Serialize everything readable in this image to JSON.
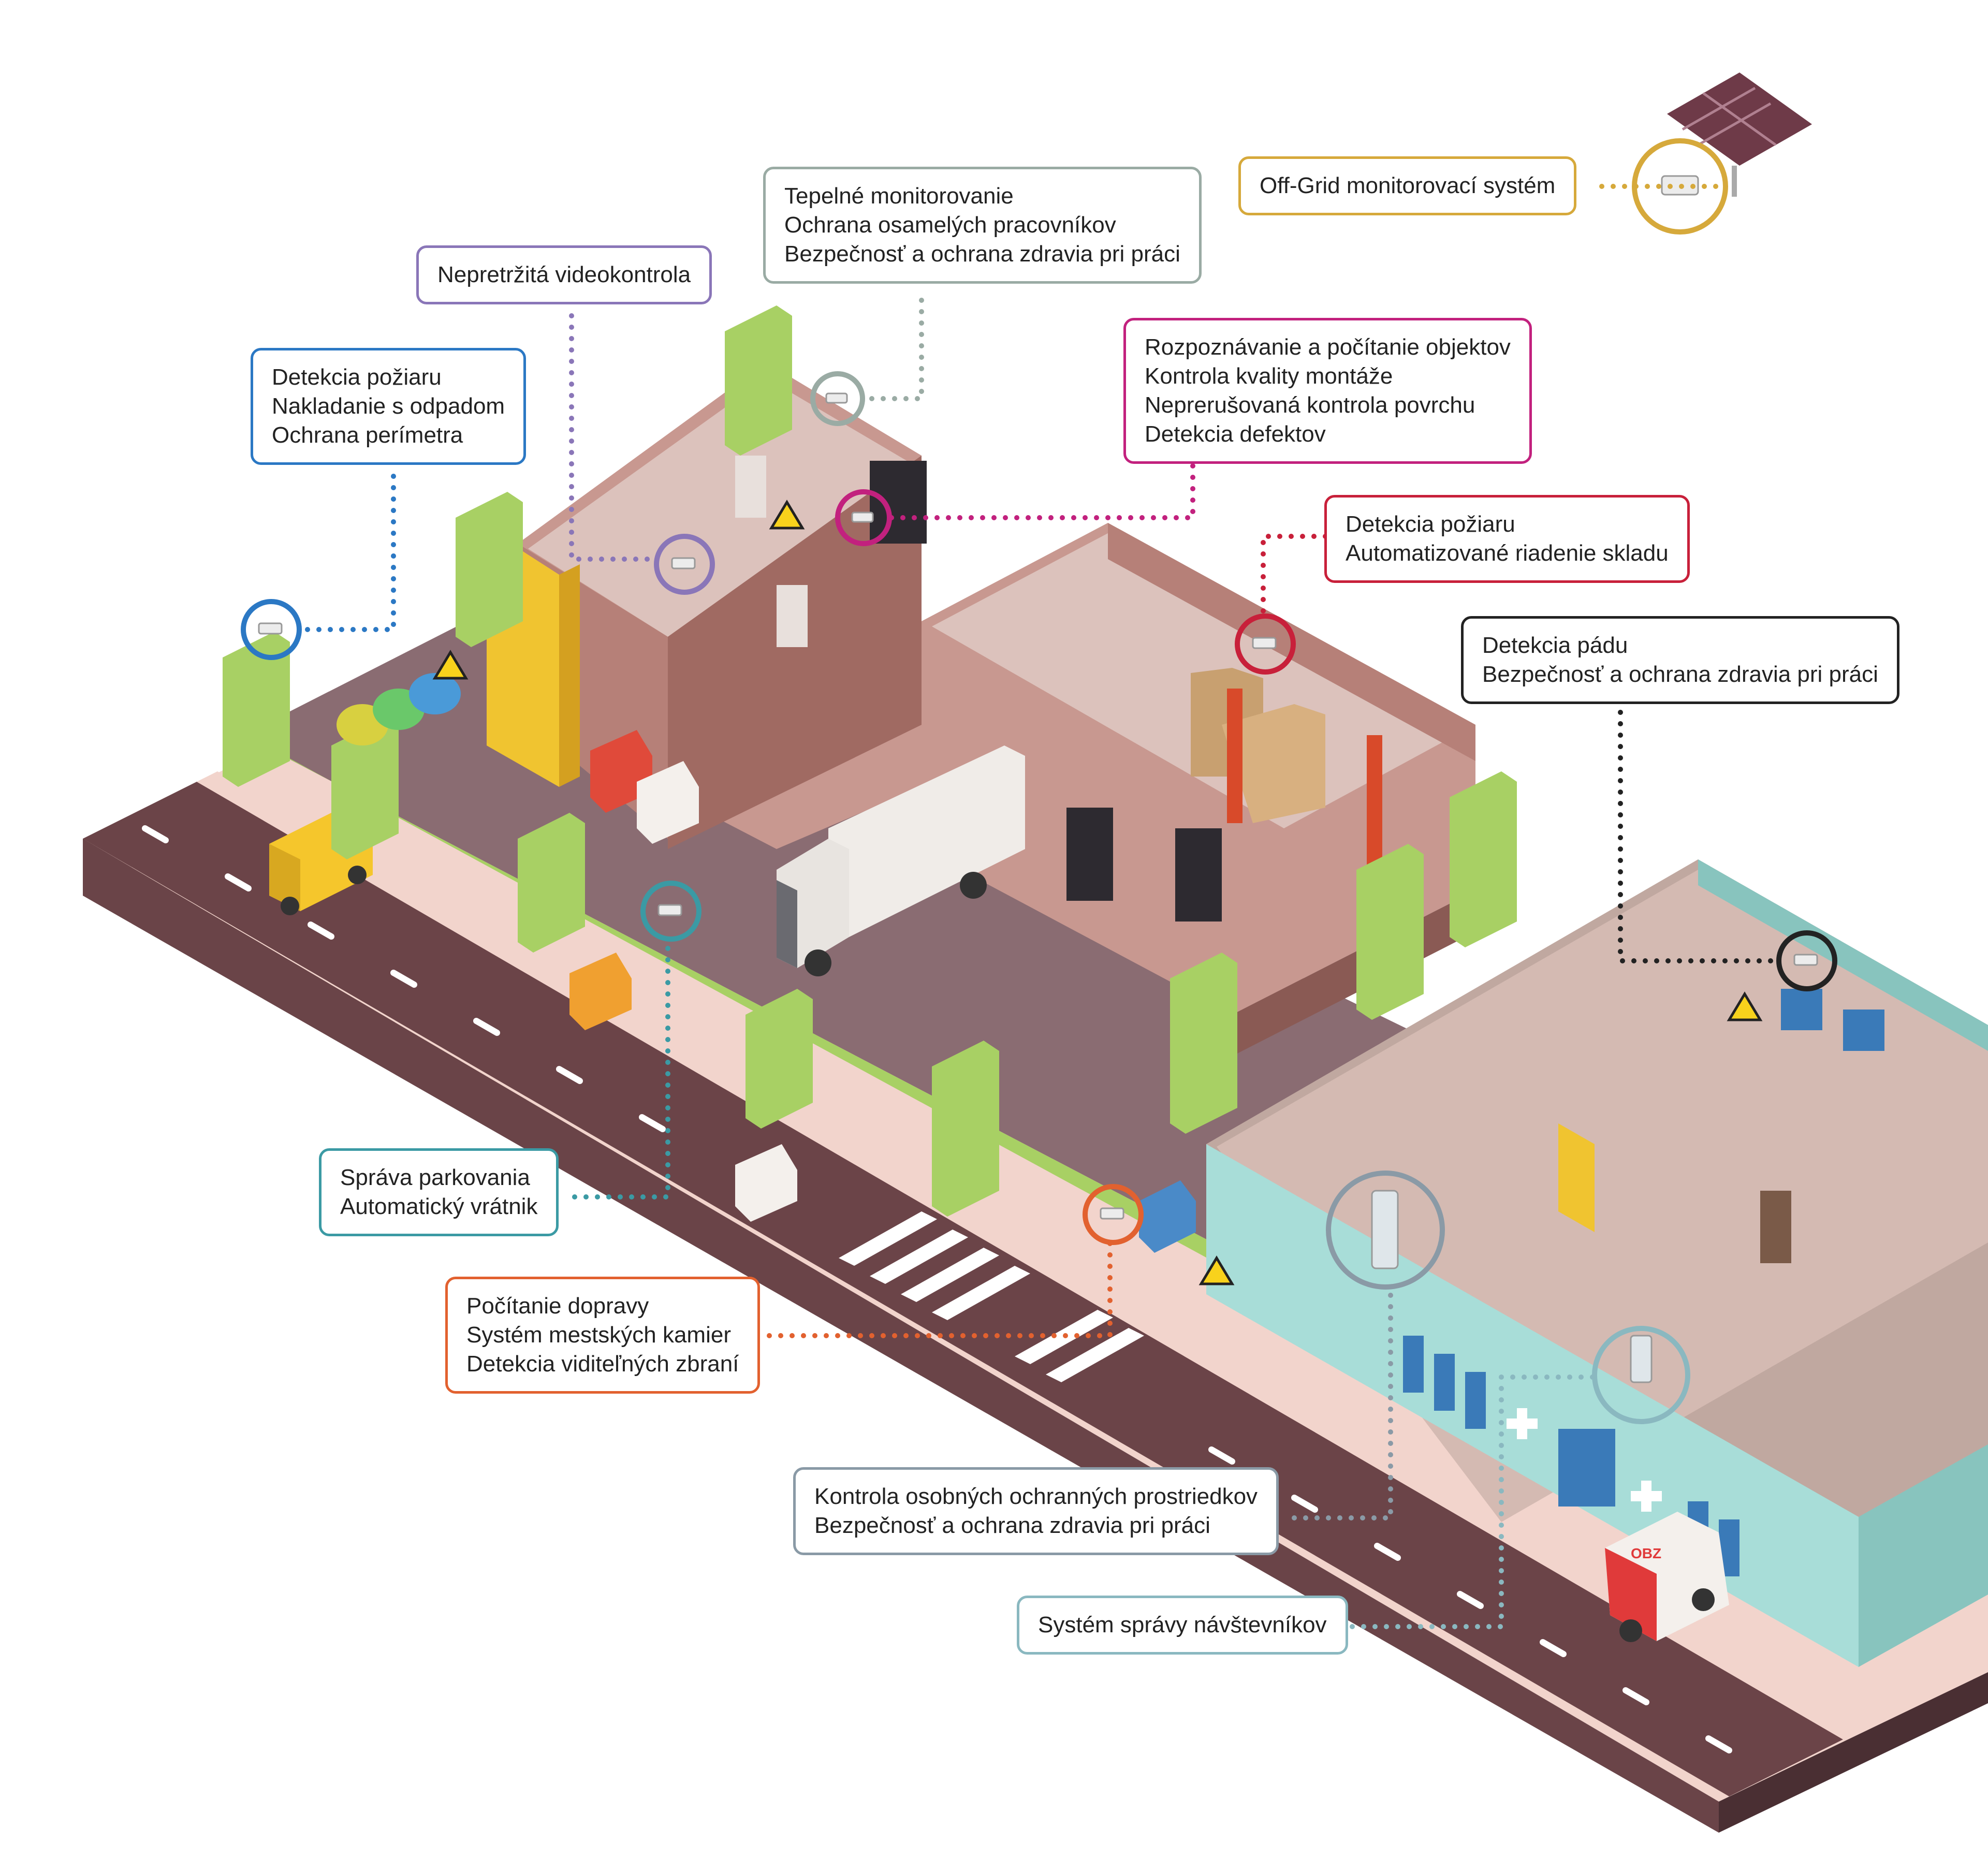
{
  "colors": {
    "blue": "#2b78c4",
    "purple": "#8a76b8",
    "gray_green": "#9aaba4",
    "gold": "#d6a93b",
    "magenta": "#c2217e",
    "red": "#c8203a",
    "dark": "#222222",
    "teal": "#3b9aa4",
    "orange": "#e2612f",
    "slate": "#8a9aa6",
    "light_teal": "#8ab8c0",
    "road": "#6b4448",
    "sidewalk": "#ecc8c0",
    "hospital": "#a8ddd8",
    "grass": "#a8d064",
    "warehouse_floor": "#d6b8b0",
    "yard": "#8a6c72"
  },
  "labels": {
    "fire_waste": {
      "icon": "camera-icon",
      "lines": [
        "Detekcia požiaru",
        "Nakladanie s odpadom",
        "Ochrana perímetra"
      ]
    },
    "video": {
      "icon": "camera-icon",
      "lines": [
        "Nepretržitá videokontrola"
      ]
    },
    "thermal": {
      "icon": "camera-icon",
      "lines": [
        "Tepelné monitorovanie",
        "Ochrana osamelých pracovníkov",
        "Bezpečnosť a ochrana zdravia pri práci"
      ]
    },
    "offgrid": {
      "icon": "solar-panel-icon",
      "lines": [
        "Off-Grid monitorovací systém"
      ]
    },
    "objects": {
      "icon": "camera-icon",
      "lines": [
        "Rozpoznávanie a počítanie objektov",
        "Kontrola kvality montáže",
        "Neprerušovaná kontrola povrchu",
        "Detekcia defektov"
      ]
    },
    "fire_storage": {
      "icon": "camera-icon",
      "lines": [
        "Detekcia požiaru",
        "Automatizované riadenie skladu"
      ]
    },
    "fall": {
      "icon": "camera-icon",
      "lines": [
        "Detekcia pádu",
        "Bezpečnosť a ochrana zdravia pri práci"
      ]
    },
    "parking": {
      "icon": "camera-icon",
      "lines": [
        "Správa parkovania",
        "Automatický vrátnik"
      ]
    },
    "traffic": {
      "icon": "camera-icon",
      "lines": [
        "Počítanie dopravy",
        "Systém mestských kamier",
        "Detekcia viditeľných zbraní"
      ]
    },
    "ppe": {
      "icon": "camera-icon",
      "lines": [
        "Kontrola osobných ochranných prostriedkov",
        "Bezpečnosť a ochrana zdravia pri práci"
      ]
    },
    "visitors": {
      "icon": "kiosk-icon",
      "lines": [
        "Systém správy návštevníkov"
      ]
    }
  },
  "ambulance_text": "OBZ"
}
